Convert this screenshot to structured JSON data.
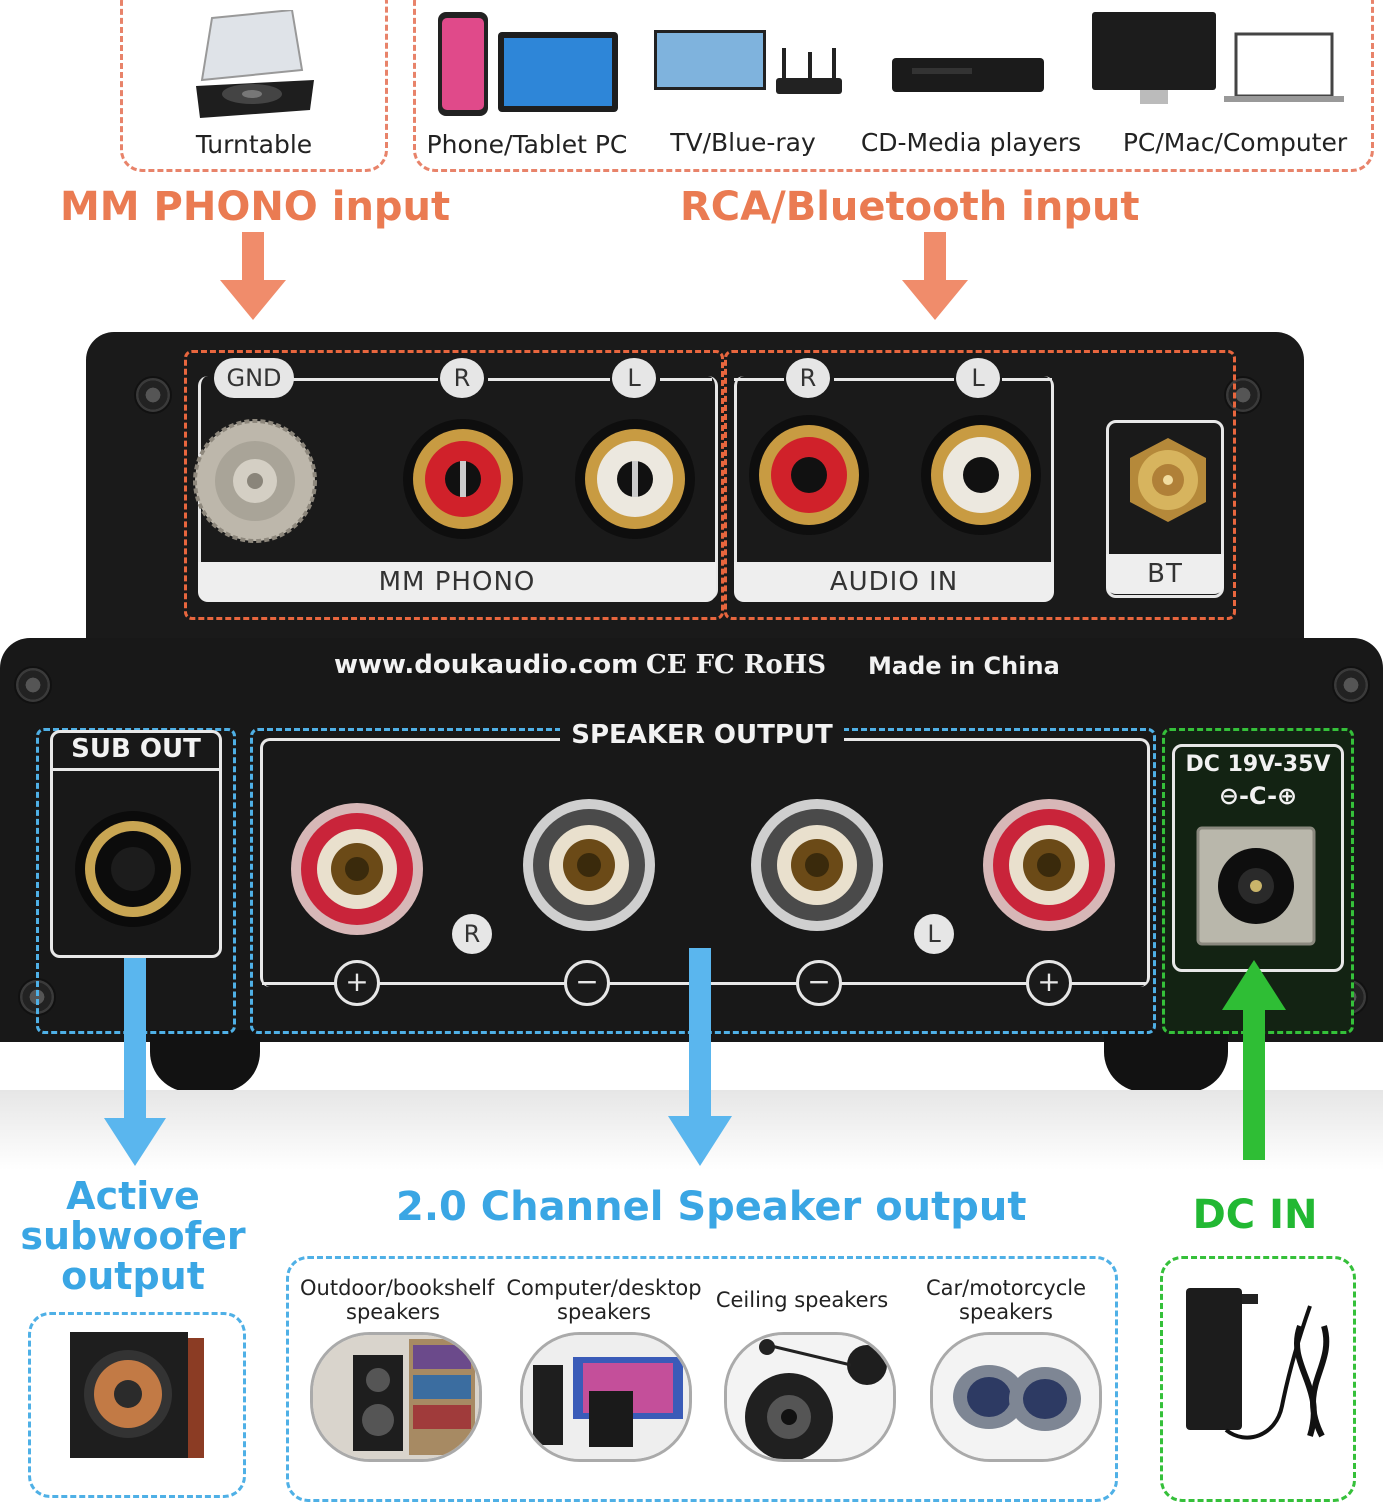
{
  "sources_mm": {
    "label": "Turntable"
  },
  "sources_rca": [
    {
      "label": "Phone/Tablet PC",
      "icon": "phone-tablet-icon"
    },
    {
      "label": "TV/Blue-ray",
      "icon": "tv-router-icon"
    },
    {
      "label": "CD-Media players",
      "icon": "cd-player-icon"
    },
    {
      "label": "PC/Mac/Computer",
      "icon": "computer-icon"
    }
  ],
  "headings": {
    "mm": "MM PHONO input",
    "rca": "RCA/Bluetooth input",
    "sub": "Active subwoofer output",
    "speaker": "2.0 Channel Speaker output",
    "dc": "DC IN"
  },
  "panel": {
    "gnd": "GND",
    "r": "R",
    "l": "L",
    "mm_phono": "MM PHONO",
    "audio_in": "AUDIO IN",
    "bt": "BT",
    "website": "www.doukaudio.com",
    "certs": "CE FC RoHS",
    "made_in": "Made in China",
    "sub_out": "SUB OUT",
    "speaker_output": "SPEAKER OUTPUT",
    "dc_spec": "DC 19V-35V",
    "polarity": "⊖-C-⊕",
    "plus": "+",
    "minus": "−"
  },
  "speaker_types": [
    {
      "label": "Outdoor/bookshelf speakers"
    },
    {
      "label": "Computer/desktop speakers"
    },
    {
      "label": "Ceiling speakers"
    },
    {
      "label": "Car/motorcycle speakers"
    }
  ],
  "colors": {
    "orange": "#ea7b52",
    "blue": "#3aa6e4",
    "green": "#22b833"
  }
}
